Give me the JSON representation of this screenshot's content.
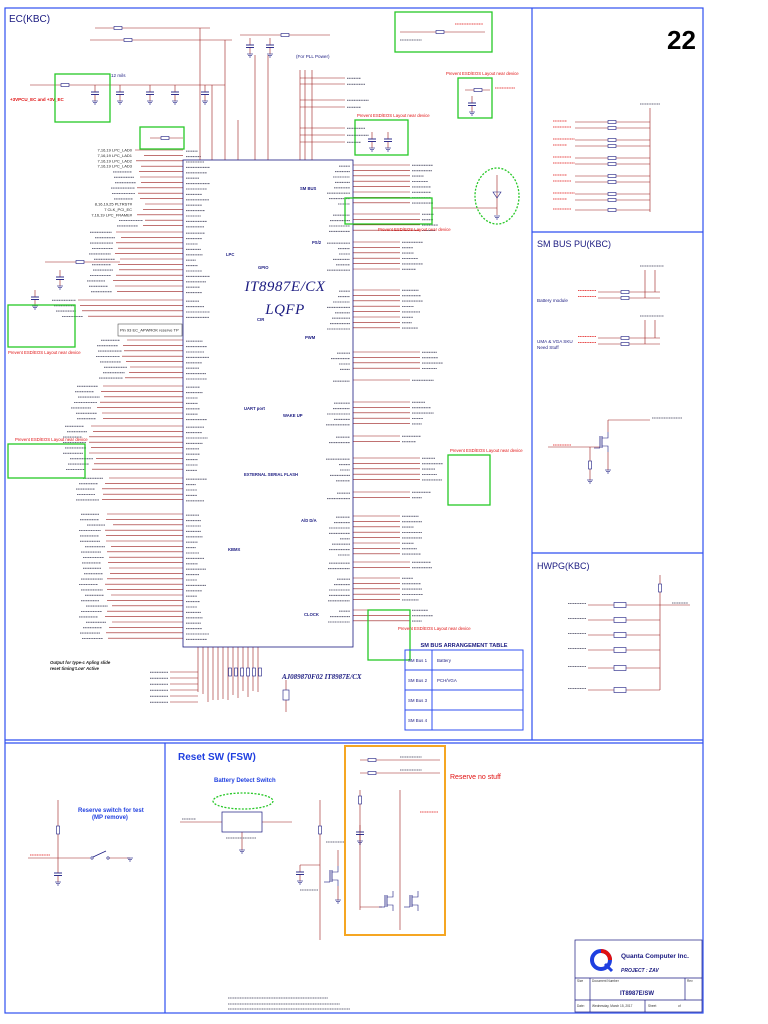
{
  "page": {
    "title": "EC(KBC)",
    "number": "22"
  },
  "chip": {
    "name": "IT8987E/CX",
    "package": "LQFP",
    "part": "AJ089870F02  IT8987E/CX",
    "blocks": {
      "lpc": "LPC",
      "gpio": "GPIO",
      "smbus": "SM BUS",
      "ps2": "PS/2",
      "cir": "CIR",
      "pwm": "PWM",
      "uart": "UART port",
      "wake": "WAKE UP",
      "flash": "EXTERNAL SERIAL FLASH",
      "kbmx": "KBMX",
      "adda": "A/D D/A",
      "clock": "CLOCK"
    }
  },
  "notes": {
    "trace": "12 mils",
    "pll": "(For PLL Power)",
    "pin93": "Pin 93 EC_APWROK reserve TP",
    "rail": "+3VPCU_EC and +3V_EC",
    "typec_1": "Output for type-c Apling slide",
    "typec_2": "reset timing'Low' Active"
  },
  "esd_note": "Prevent ESD/EOS Layout near device",
  "nets_left": [
    "7,16,19 LPC_LAD0",
    "7,16,19 LPC_LAD1",
    "7,16,19 LPC_LAD2",
    "7,16,19 LPC_LAD3",
    "8,16,19,25 PLTRST#",
    "7 CLK_PCI_EC",
    "7,16,19 LPC_FRAME#"
  ],
  "sm_bus_pu": {
    "title": "SM BUS PU(KBC)",
    "battery": "Battery module",
    "uma_1": "UMA & VGA SKU",
    "uma_2": "Need Stuff"
  },
  "hwpg": {
    "title": "HWPG(KBC)"
  },
  "sm_bus_table": {
    "title": "SM BUS ARRANGEMENT TABLE",
    "rows": [
      [
        "SM Bus 1",
        "Battery"
      ],
      [
        "SM Bus 2",
        "PCH/VGA"
      ],
      [
        "SM Bus 3",
        ""
      ],
      [
        "SM Bus 4",
        ""
      ]
    ]
  },
  "reset": {
    "title": "Reset SW (FSW)",
    "battery_detect": "Battery Detect Switch",
    "reserve": "Reserve no stuff",
    "test_switch_1": "Reserve switch for test",
    "test_switch_2": "(MP remove)"
  },
  "title_block": {
    "company": "Quanta Computer Inc.",
    "project": "PROJECT : ZAV",
    "doc": "IT8987E/SW",
    "date": "Wednesday, March 15, 2017",
    "labels": {
      "size": "Size",
      "doc_number": "Document Number",
      "rev": "Rev",
      "date": "Date:",
      "sheet": "Sheet",
      "of": "of"
    }
  },
  "colors": {
    "section_frame": "#2f4ff0",
    "wire": "#9b1c1c",
    "component": "#1a1a80",
    "esd_box": "#27c827",
    "reserve_box": "#f5a623",
    "note_red": "#e01010"
  }
}
